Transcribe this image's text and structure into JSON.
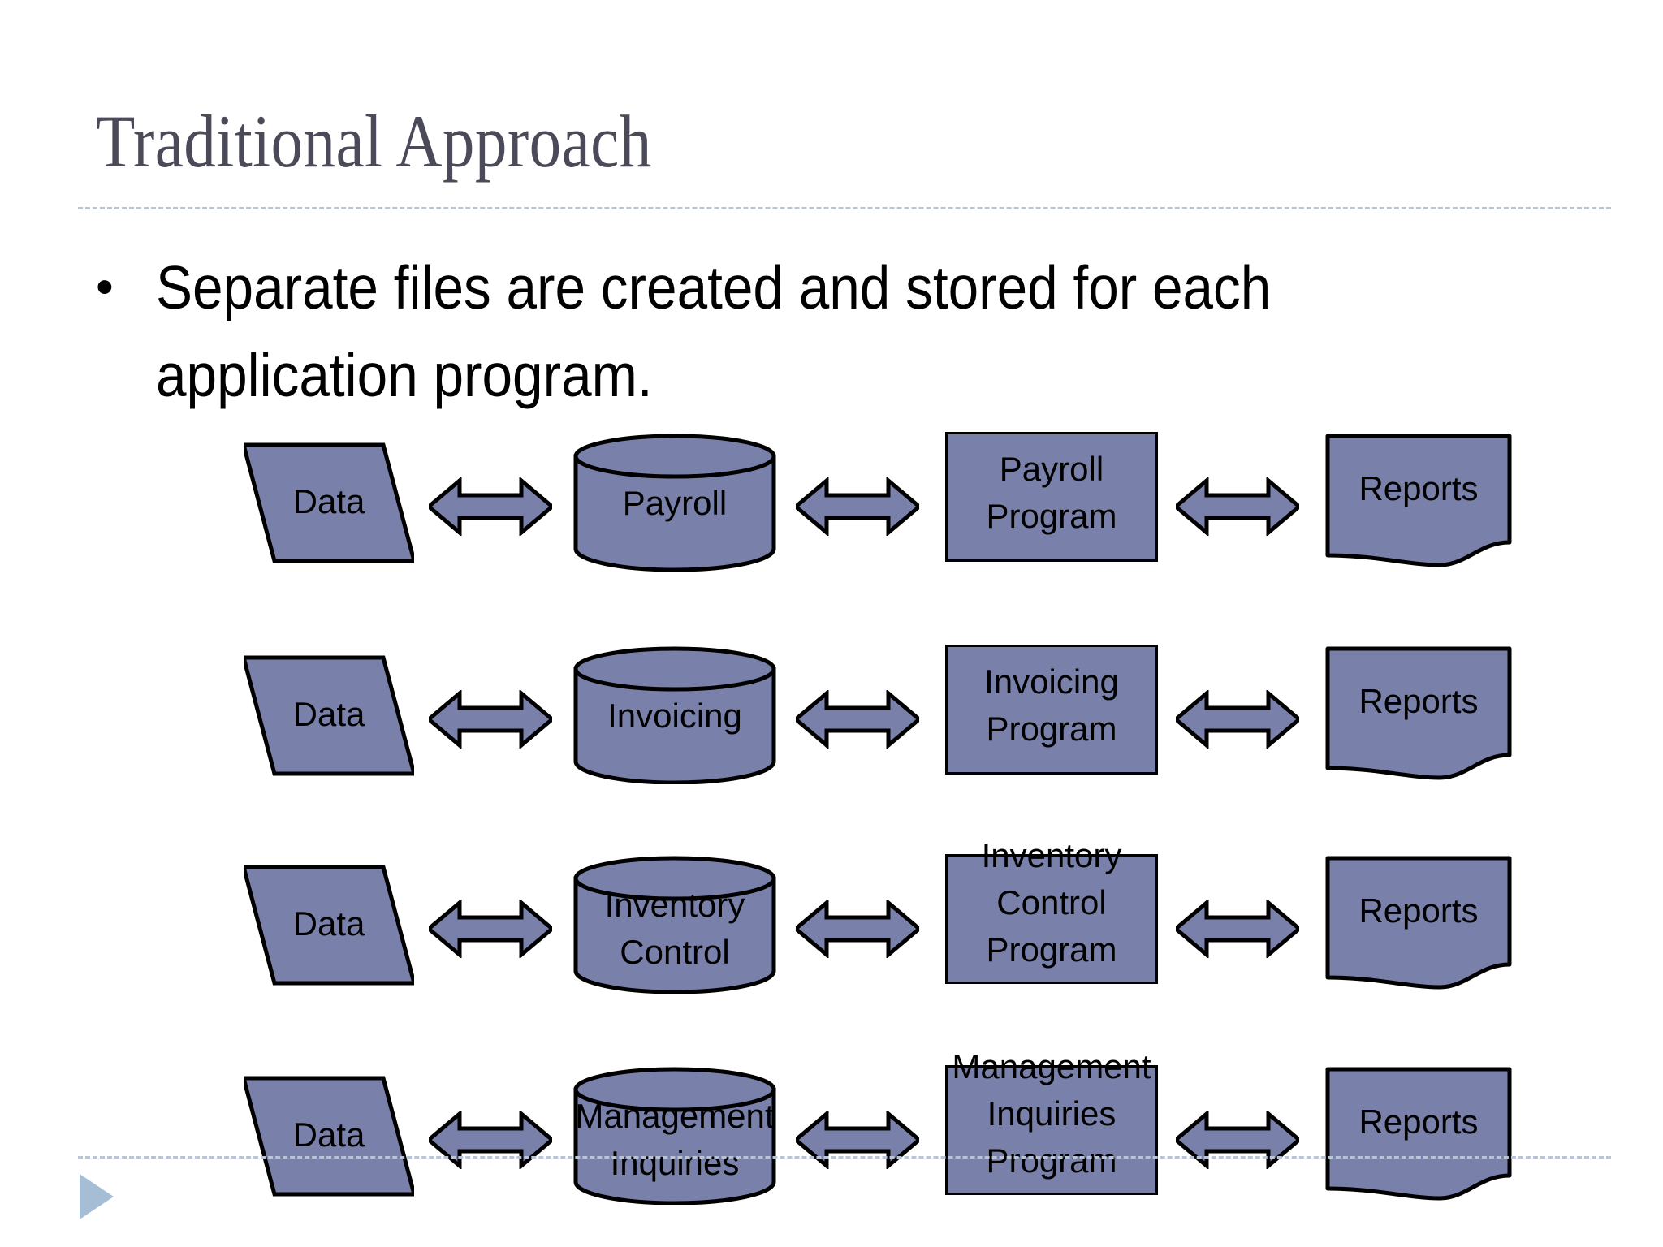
{
  "slide": {
    "title": "Traditional Approach",
    "bullet_marker": "•",
    "bullet_lines": [
      "Separate files are created and stored for each",
      "application program."
    ],
    "colors": {
      "shape_fill": "#7981aa",
      "shape_outline": "#000000",
      "title_color": "#4a4a58",
      "divider_color": "#b9c4d6",
      "triangle_color": "#a6bdd6",
      "background": "#ffffff"
    }
  },
  "diagram": {
    "column_labels": {
      "data": "Data",
      "reports": "Reports"
    },
    "rows": [
      {
        "data_label": "Data",
        "store_label_line1": "Payroll",
        "store_label_line2": "",
        "program_label_line1": "Payroll",
        "program_label_line2": "Program",
        "reports_label": "Reports"
      },
      {
        "data_label": "Data",
        "store_label_line1": "Invoicing",
        "store_label_line2": "",
        "program_label_line1": "Invoicing",
        "program_label_line2": "Program",
        "reports_label": "Reports"
      },
      {
        "data_label": "Data",
        "store_label_line1": "Inventory",
        "store_label_line2": "Control",
        "program_label_line1": "Inventory",
        "program_label_line2": "Control",
        "program_label_line3": "Program",
        "reports_label": "Reports"
      },
      {
        "data_label": "Data",
        "store_label_line1": "Management",
        "store_label_line2": "Inquiries",
        "program_label_line1": "Management",
        "program_label_line2": "Inquiries",
        "program_label_line3": "Program",
        "reports_label": "Reports"
      }
    ]
  }
}
